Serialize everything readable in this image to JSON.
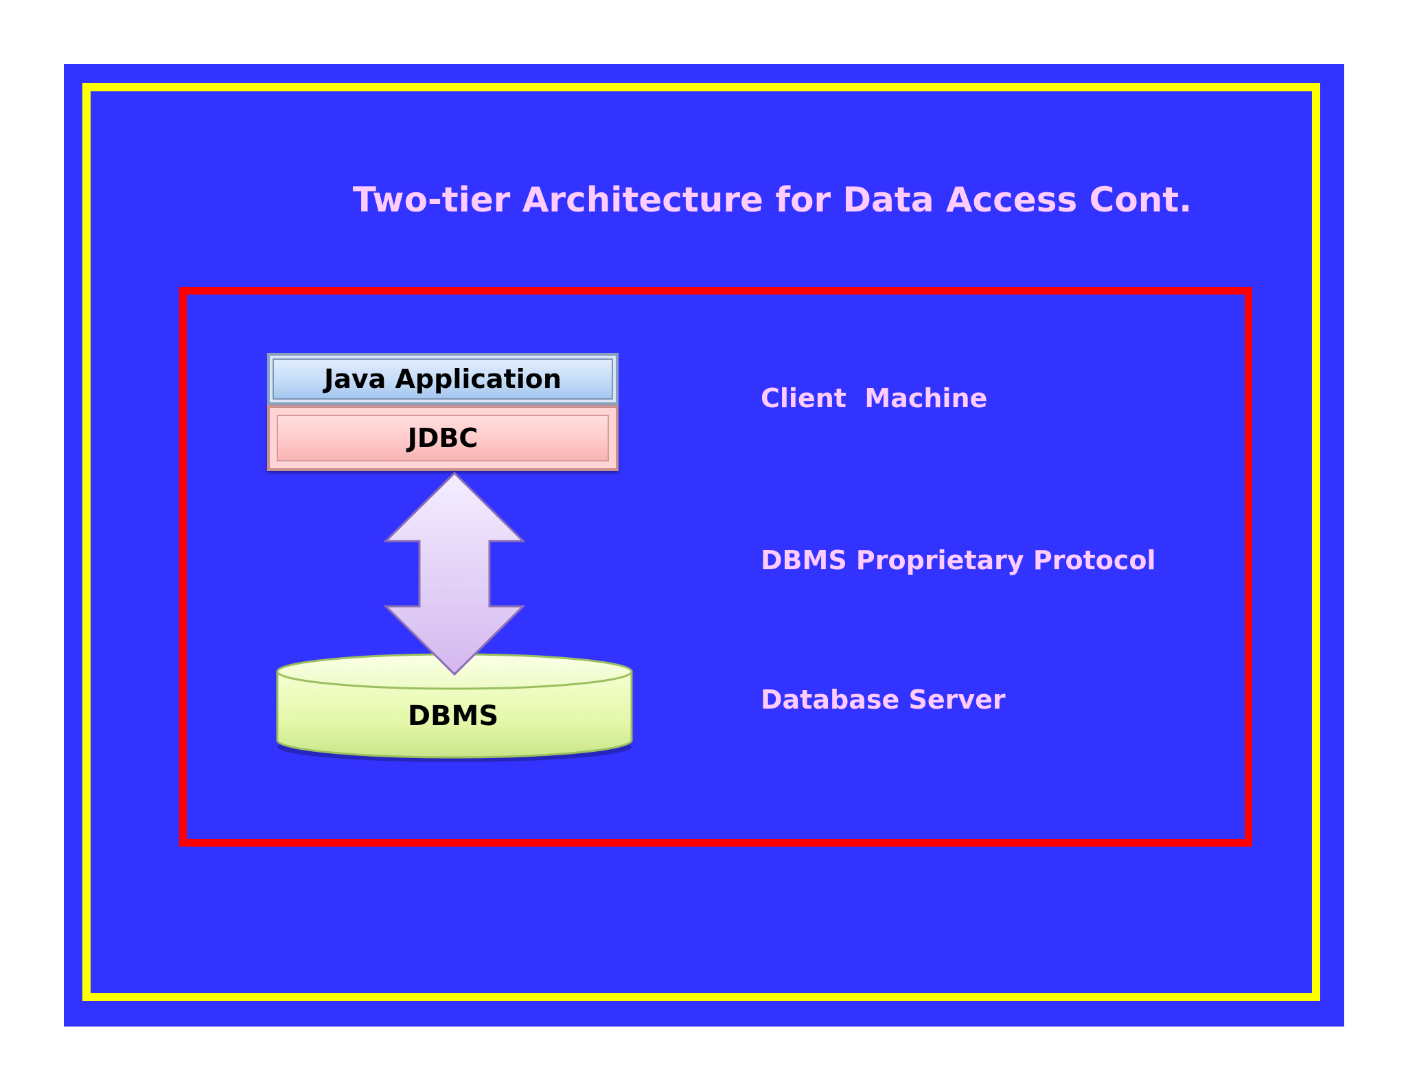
{
  "title": "Two-tier Architecture for Data Access Cont.",
  "stack": {
    "app_label": "Java Application",
    "driver_label": "JDBC",
    "database_label": "DBMS"
  },
  "tier_labels": {
    "client": "Client  Machine",
    "protocol": "DBMS Proprietary Protocol",
    "server": "Database Server"
  },
  "colors": {
    "background": "#3333ff",
    "outer_frame": "#ffff00",
    "inner_frame": "#ff0000",
    "label_text": "#ffccff"
  }
}
